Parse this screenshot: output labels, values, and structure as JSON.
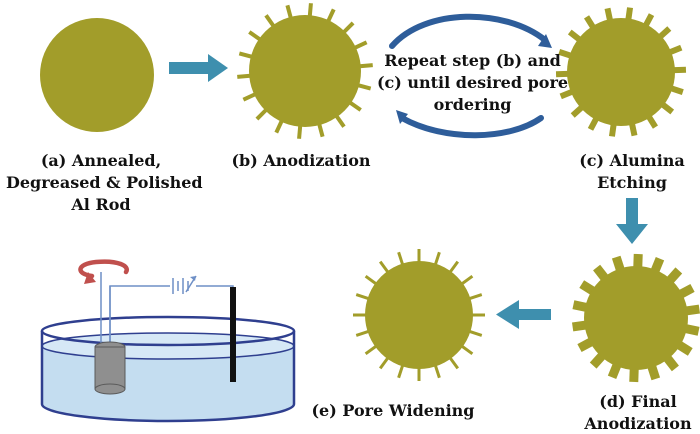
{
  "colors": {
    "particle": "#A29D2A",
    "particle_edge": "#8F8A22",
    "arrow": "#3E8FAE",
    "cycle_arrow": "#2E5D9A",
    "water_fill": "#C4DDF0",
    "water_line": "#2F3F8F",
    "electrode": "#111111",
    "rod": "#8F8F8F",
    "circuit": "#6E8FC6",
    "rotation": "#C0504D"
  },
  "steps": {
    "a": {
      "lines": [
        "(a) Annealed,",
        "Degreased & Polished",
        "Al Rod"
      ]
    },
    "b": {
      "lines": [
        "(b) Anodization"
      ]
    },
    "c": {
      "lines": [
        "(c) Alumina",
        "Etching"
      ]
    },
    "d": {
      "lines": [
        "(d) Final",
        "Anodization"
      ]
    },
    "e": {
      "lines": [
        "(e) Pore Widening"
      ]
    }
  },
  "repeat_note": {
    "lines": [
      "Repeat step (b) and",
      "(c) until desired pore",
      "ordering"
    ]
  },
  "icons": {
    "arrows": [
      "right-arrow-icon",
      "down-arrow-icon",
      "left-arrow-icon"
    ],
    "cycle": "cycle-arrows-icon",
    "setup": "anodization-cell-icon",
    "rotation": "rotation-arrow-icon",
    "battery": "battery-icon"
  }
}
